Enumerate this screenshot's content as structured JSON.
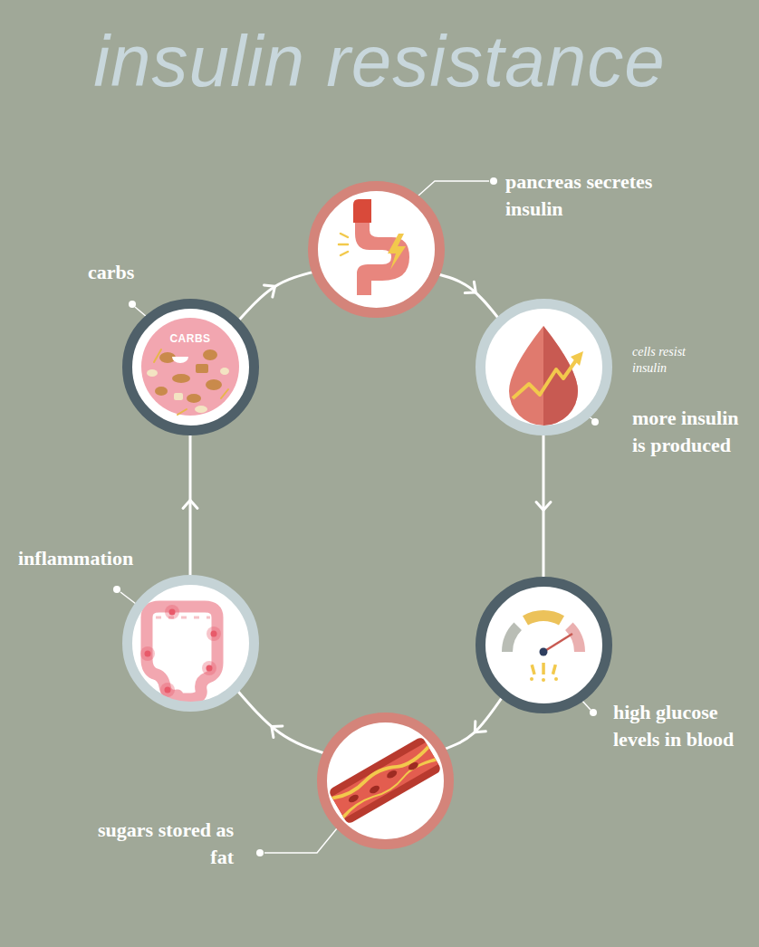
{
  "diagram": {
    "title": "insulin resistance",
    "nodes": [
      {
        "text": [
          "pancreas secretes insulin"
        ]
      },
      {
        "text": [
          "cells resist insulin",
          "more insulin is produced"
        ]
      },
      {
        "text": [
          "high glucose levels in blood"
        ]
      },
      {
        "text": [
          "sugars stored as fat"
        ]
      },
      {
        "text": [
          "inflammation"
        ]
      },
      {
        "text": [
          "carbs",
          "CARBS"
        ]
      }
    ],
    "edges": [
      {
        "from": 0,
        "to": 1,
        "arrow": "to"
      },
      {
        "from": 1,
        "to": 2,
        "arrow": "to"
      },
      {
        "from": 2,
        "to": 3,
        "arrow": "to"
      },
      {
        "from": 3,
        "to": 4,
        "arrow": "to"
      },
      {
        "from": 4,
        "to": 5,
        "arrow": "to"
      },
      {
        "from": 5,
        "to": 0,
        "arrow": "to"
      }
    ]
  }
}
